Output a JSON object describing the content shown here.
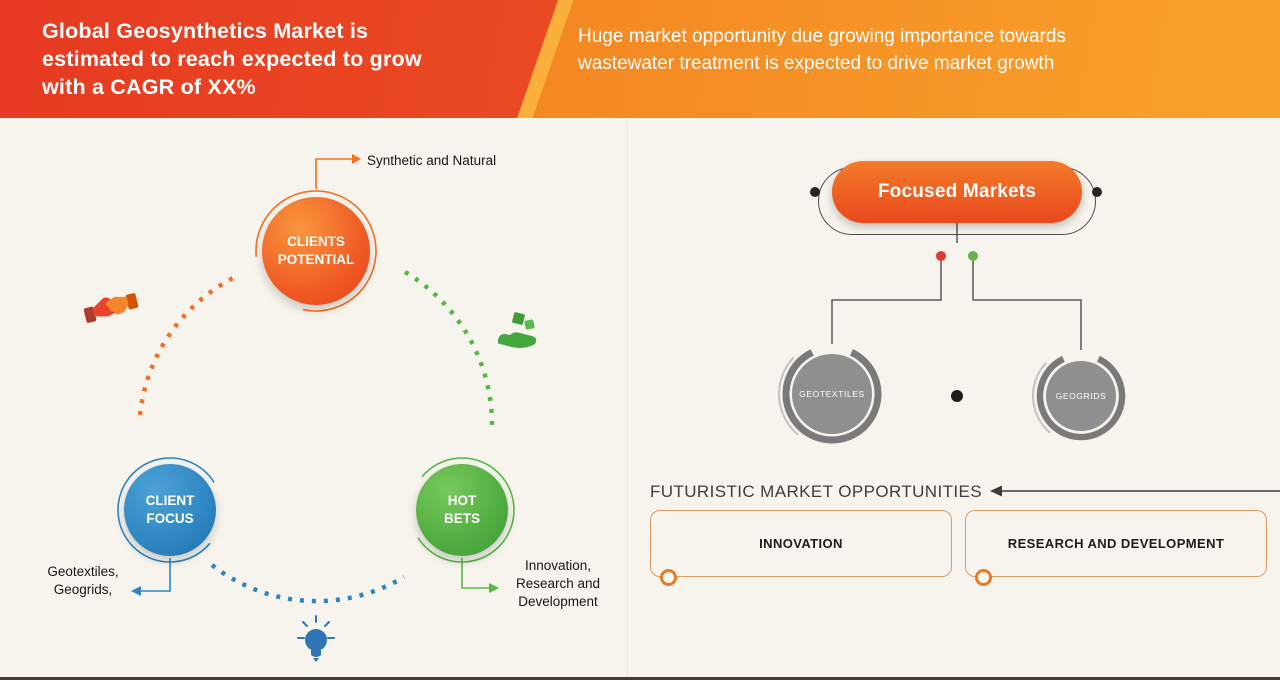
{
  "colors": {
    "header_left": "#e8431f",
    "header_right": "#f6921e",
    "accent_orange": "#f37021",
    "accent_blue": "#2e86c1",
    "accent_green": "#56b947",
    "node_gray": "#8f8f8f",
    "background": "#f7f4ed"
  },
  "header": {
    "title": "Global Geosynthetics Market is\nestimated to reach expected to grow\nwith a CAGR of XX%",
    "subtitle": "Huge market opportunity due growing importance towards\nwastewater treatment is expected to drive market growth"
  },
  "cycle": {
    "icons": [
      "handshake-icon",
      "investment-icon",
      "lightbulb-icon"
    ],
    "nodes": [
      {
        "label": "CLIENTS\nPOTENTIAL",
        "callout": "Synthetic and Natural",
        "color": "#f37021"
      },
      {
        "label": "CLIENT\nFOCUS",
        "callout": "Geotextiles,\nGeogrids,",
        "color": "#2e86c1"
      },
      {
        "label": "HOT\nBETS",
        "callout": "Innovation,\nResearch and\nDevelopment",
        "color": "#56b947"
      }
    ]
  },
  "focused_markets": {
    "title": "Focused Markets",
    "children": [
      {
        "label": "GEOTEXTILES"
      },
      {
        "label": "GEOGRIDS"
      }
    ]
  },
  "opportunities": {
    "heading": "FUTURISTIC MARKET OPPORTUNITIES",
    "items": [
      {
        "label": "INNOVATION"
      },
      {
        "label": "RESEARCH AND DEVELOPMENT"
      }
    ]
  }
}
